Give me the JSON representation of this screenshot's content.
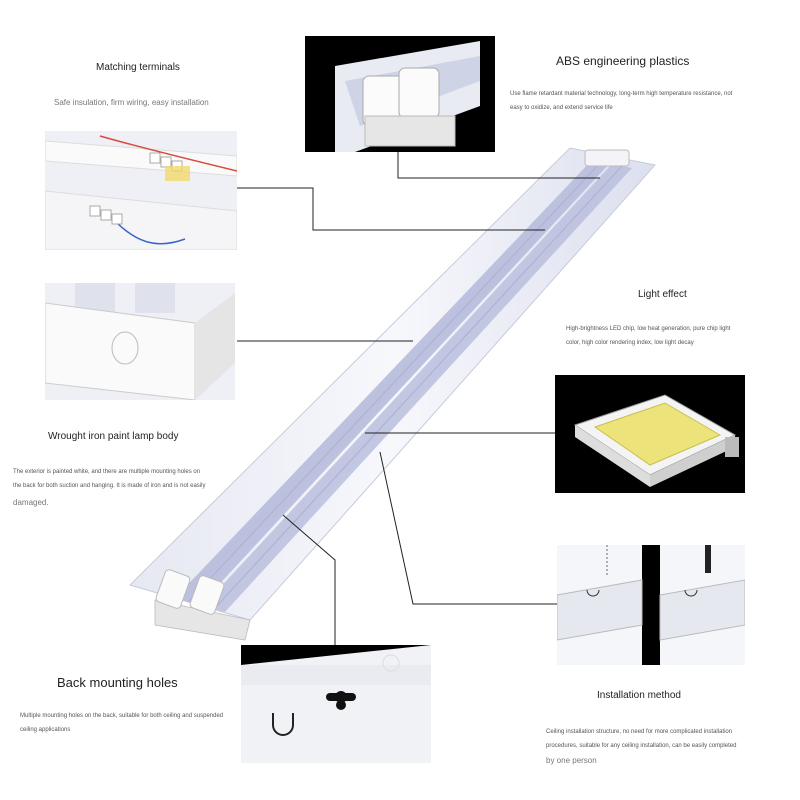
{
  "features": {
    "terminals": {
      "title": "Matching terminals",
      "description": "Safe insulation, firm wiring, easy installation"
    },
    "plastics": {
      "title": "ABS engineering plastics",
      "description_line1": "Use flame retardant material technology, long-term high temperature resistance, not",
      "description_line2": "easy to oxidize, and extend service life"
    },
    "light": {
      "title": "Light effect",
      "description_line1": "High-brightness LED chip, low heat generation, pure chip light",
      "description_line2": "color, high color rendering index, low light decay"
    },
    "body": {
      "title": "Wrought iron paint lamp body",
      "description_line1": "The exterior is painted white, and there are multiple mounting holes on",
      "description_line2": "the back for both suction and hanging. It is made of iron and is not easily",
      "description_line3": "damaged."
    },
    "holes": {
      "title": "Back mounting holes",
      "description_line1": "Multiple mounting holes on the back, suitable for both ceiling and suspended",
      "description_line2": "ceiling applications"
    },
    "install": {
      "title": "Installation method",
      "description_line1": "Ceiling installation structure, no need for more complicated installation",
      "description_line2": "procedures, suitable for any ceiling installation, can be easily completed",
      "description_line3": "by one person"
    }
  },
  "colors": {
    "background": "#ffffff",
    "panel_dark": "#000000",
    "lamp_white": "#f4f4f7",
    "tube_blue": "#c9cde8",
    "chip_yellow": "#ece37a",
    "wire_red": "#d84a3a",
    "wire_blue": "#3a66c8"
  }
}
